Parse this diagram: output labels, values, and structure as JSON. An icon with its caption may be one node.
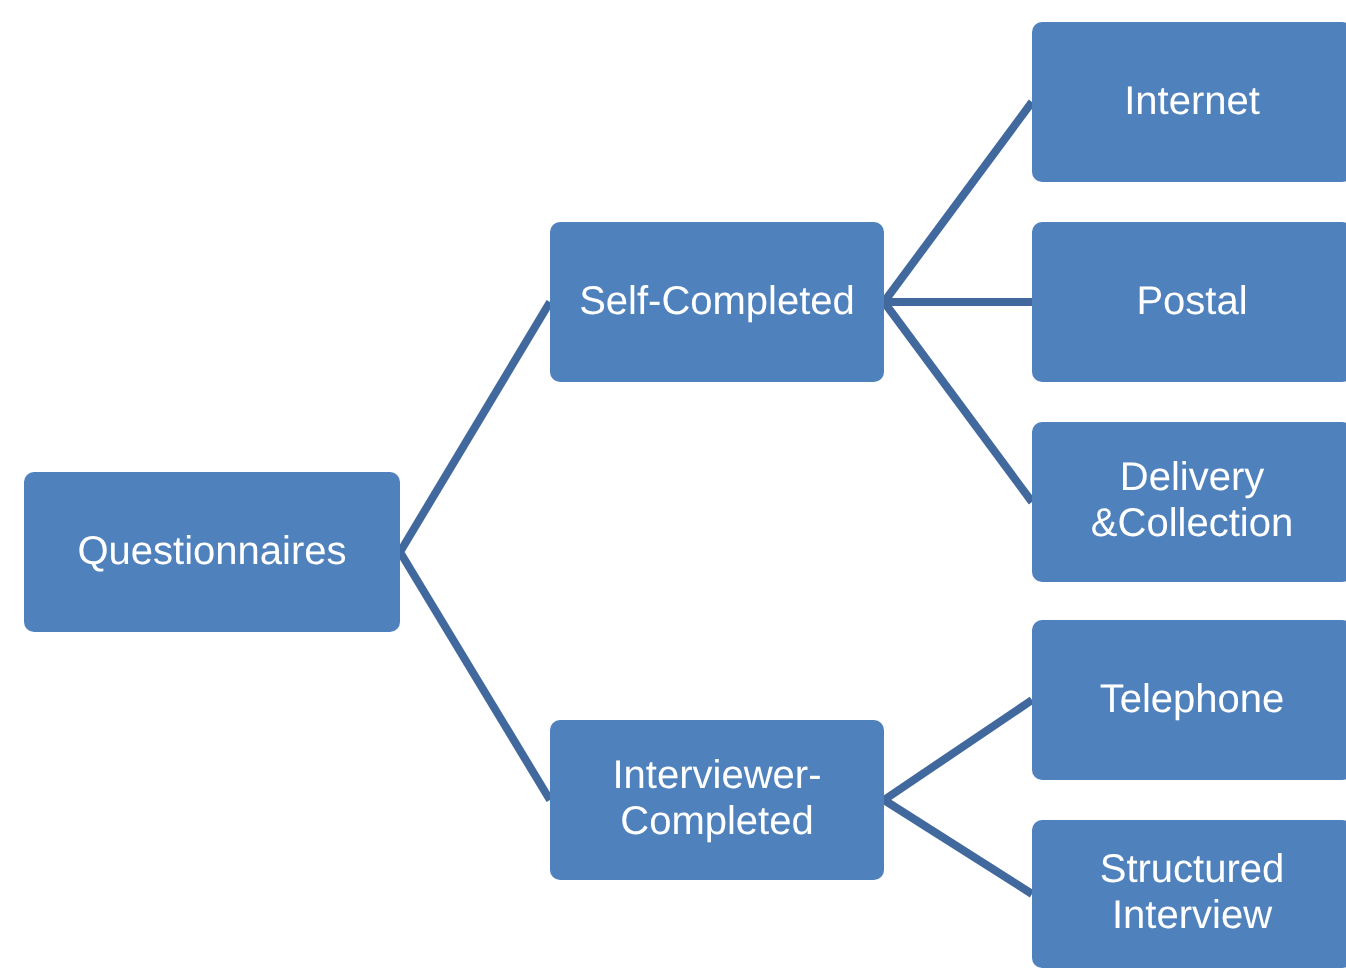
{
  "diagram": {
    "nodes": [
      {
        "text": [
          "Questionnaires"
        ]
      },
      {
        "text": [
          "Self-Completed"
        ]
      },
      {
        "text": [
          "Interviewer- Completed"
        ]
      },
      {
        "text": [
          "Internet"
        ]
      },
      {
        "text": [
          "Postal"
        ]
      },
      {
        "text": [
          "Delivery &Collection"
        ]
      },
      {
        "text": [
          "Telephone"
        ]
      },
      {
        "text": [
          "Structured Interview"
        ]
      }
    ],
    "edges": [
      {
        "from": 0,
        "to": 1,
        "arrow": "none"
      },
      {
        "from": 0,
        "to": 2,
        "arrow": "none"
      },
      {
        "from": 1,
        "to": 3,
        "arrow": "none"
      },
      {
        "from": 1,
        "to": 4,
        "arrow": "none"
      },
      {
        "from": 1,
        "to": 5,
        "arrow": "none"
      },
      {
        "from": 2,
        "to": 6,
        "arrow": "none"
      },
      {
        "from": 2,
        "to": 7,
        "arrow": "none"
      }
    ]
  }
}
